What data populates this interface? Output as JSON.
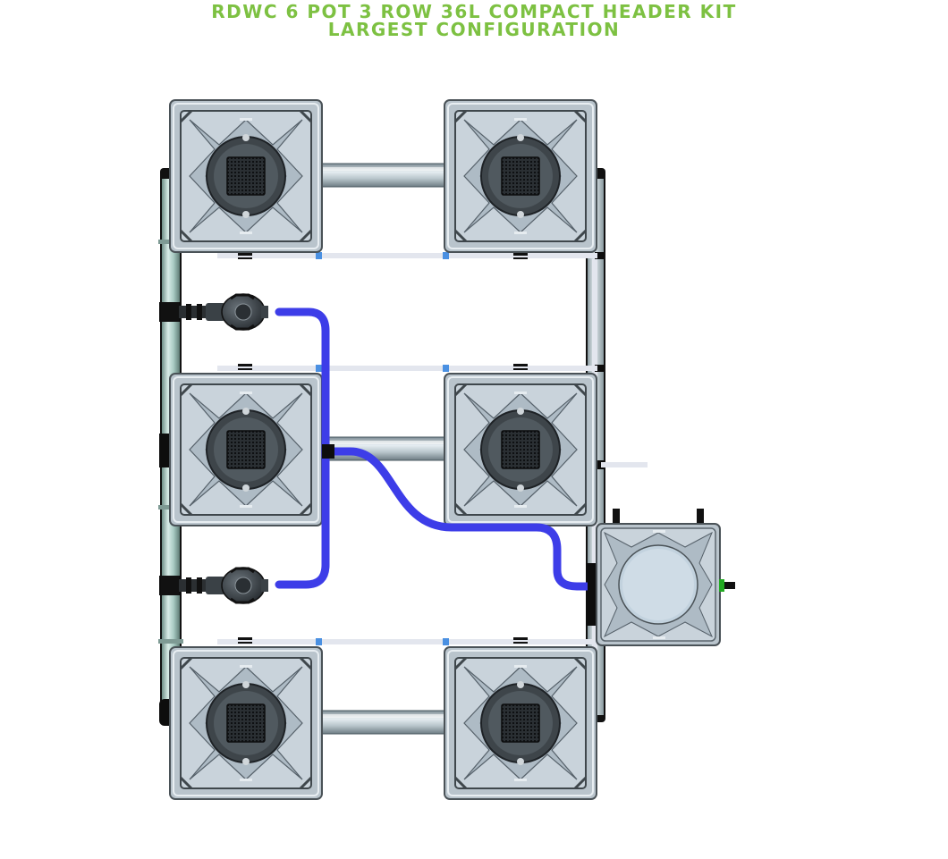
{
  "title": {
    "line1": "RDWC 6 POT 3 ROW 36L COMPACT HEADER KIT",
    "line2": "LARGEST CONFIGURATION",
    "color": "#7dc142"
  },
  "colors": {
    "pot_body": "#c9d3db",
    "pot_edge": "#4a5257",
    "pot_inner": "#aebbc5",
    "lid": "#3e454a",
    "net_basket": "#1f2326",
    "pipe_green": "#a8c9c2",
    "pipe_grey": "#b3c0c6",
    "white_pipe": "#e3e6ee",
    "blue_hose": "#3d3de8",
    "connector_blue": "#4a90e2",
    "fitting_black": "#111111",
    "drain_green": "#22aa22"
  },
  "components": {
    "growing_pots": 6,
    "rows": 3,
    "pumps": 2,
    "header_tank": 1,
    "icons": [
      "growing-pot-icon",
      "pump-icon",
      "header-tank-icon",
      "hose-icon",
      "pipe-icon"
    ]
  }
}
